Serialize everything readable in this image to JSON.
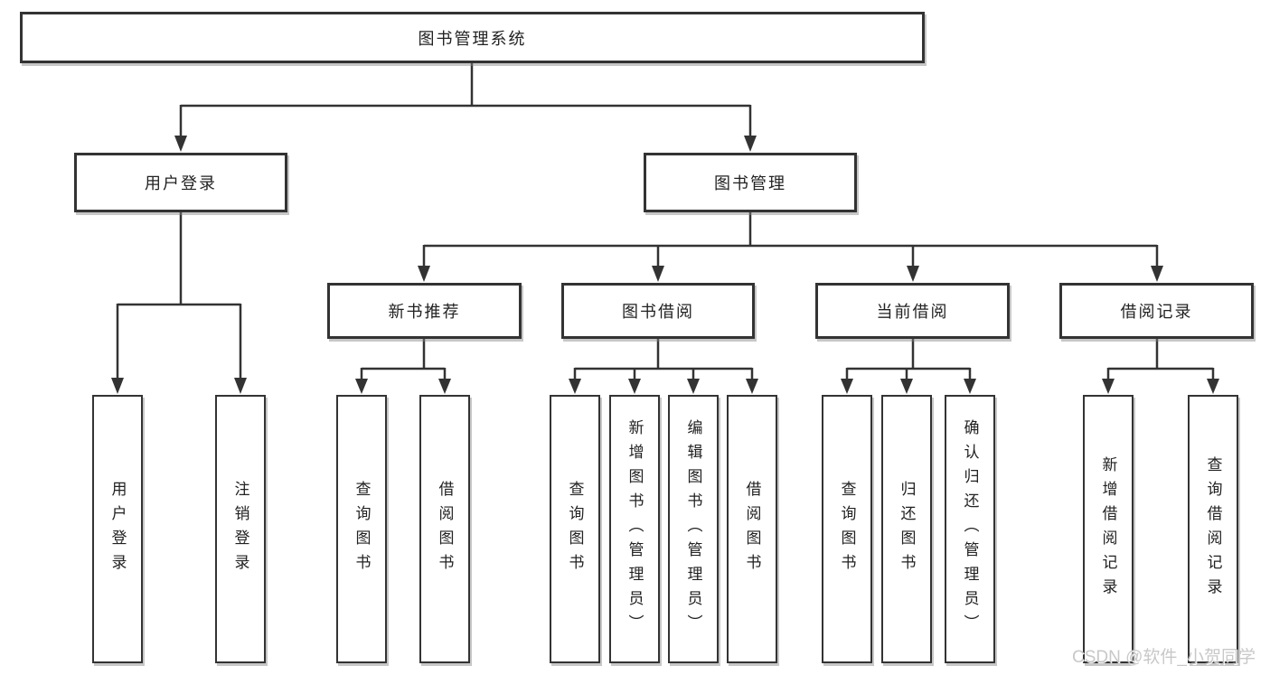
{
  "diagram_title": "图书管理系统",
  "tree": {
    "root": {
      "label": "图书管理系统"
    },
    "branches": [
      {
        "label": "用户登录",
        "children": [
          {
            "label": "用户登录"
          },
          {
            "label": "注销登录"
          }
        ]
      },
      {
        "label": "图书管理",
        "groups": [
          {
            "label": "新书推荐",
            "children": [
              {
                "label": "查询图书"
              },
              {
                "label": "借阅图书"
              }
            ]
          },
          {
            "label": "图书借阅",
            "children": [
              {
                "label": "查询图书"
              },
              {
                "label": "新增图书（管理员）"
              },
              {
                "label": "编辑图书（管理员）"
              },
              {
                "label": "借阅图书"
              }
            ]
          },
          {
            "label": "当前借阅",
            "children": [
              {
                "label": "查询图书"
              },
              {
                "label": "归还图书"
              },
              {
                "label": "确认归还（管理员）"
              }
            ]
          },
          {
            "label": "借阅记录",
            "children": [
              {
                "label": "新增借阅记录"
              },
              {
                "label": "查询借阅记录"
              }
            ]
          }
        ]
      }
    ]
  },
  "watermark": {
    "text": "CSDN @软件_小贺同学"
  },
  "colors": {
    "line": "#333333",
    "box_border": "#333333",
    "text": "#222222",
    "watermark": "#c6c6c6",
    "background": "#ffffff"
  }
}
